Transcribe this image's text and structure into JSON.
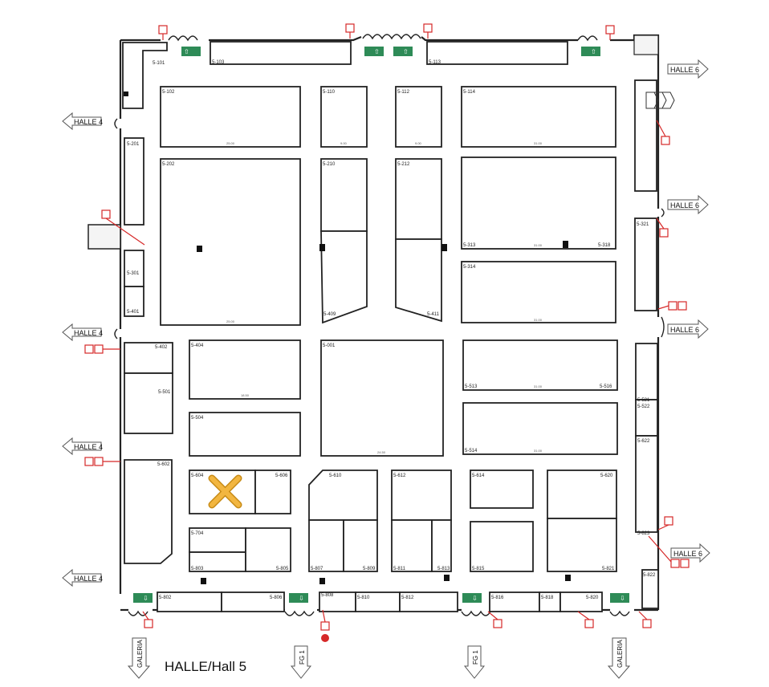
{
  "title": "HALLE/Hall 5",
  "colors": {
    "wall": "#222222",
    "exit_sign": "#2e8b57",
    "fire_equipment": "#d62828",
    "marker": "#f2b640"
  },
  "hall_arrows": [
    {
      "id": "halle4-top",
      "label": "HALLE 4",
      "dir": "left"
    },
    {
      "id": "halle4-mid1",
      "label": "HALLE 4",
      "dir": "left"
    },
    {
      "id": "halle4-mid2",
      "label": "HALLE 4",
      "dir": "left"
    },
    {
      "id": "halle4-bottom",
      "label": "HALLE 4",
      "dir": "left"
    },
    {
      "id": "halle6-top",
      "label": "HALLE 6",
      "dir": "right"
    },
    {
      "id": "halle6-mid1",
      "label": "HALLE 6",
      "dir": "right"
    },
    {
      "id": "halle6-mid2",
      "label": "HALLE 6",
      "dir": "right"
    },
    {
      "id": "halle6-bottom",
      "label": "HALLE 6",
      "dir": "right"
    }
  ],
  "bottom_arrows": [
    {
      "id": "galeria-left",
      "label": "GALERIA"
    },
    {
      "id": "fg1-left",
      "label": "FG 1"
    },
    {
      "id": "fg1-right",
      "label": "FG 1"
    },
    {
      "id": "galeria-right",
      "label": "GALERIA"
    }
  ],
  "booths": [
    {
      "id": "5-101",
      "label": "5-101"
    },
    {
      "id": "5-103",
      "label": "5-103"
    },
    {
      "id": "5-113",
      "label": "5-113"
    },
    {
      "id": "5-102",
      "label": "5-102",
      "dim": "25.00"
    },
    {
      "id": "5-110",
      "label": "5-110",
      "dim": "9.00"
    },
    {
      "id": "5-112",
      "label": "5-112",
      "dim": "9.00"
    },
    {
      "id": "5-114",
      "label": "5-114",
      "dim": "31.00"
    },
    {
      "id": "5-201",
      "label": "5-201"
    },
    {
      "id": "5-202",
      "label": "5-202",
      "dim": "25.00"
    },
    {
      "id": "5-210",
      "label": "5-210"
    },
    {
      "id": "5-212",
      "label": "5-212"
    },
    {
      "id": "5-313",
      "label": "5-313",
      "dim": "31.00"
    },
    {
      "id": "5-318",
      "label": "5-318"
    },
    {
      "id": "5-314",
      "label": "5-314",
      "dim": "31.00"
    },
    {
      "id": "5-301",
      "label": "5-301"
    },
    {
      "id": "5-401",
      "label": "5-401"
    },
    {
      "id": "5-409",
      "label": "5-409"
    },
    {
      "id": "5-411",
      "label": "5-411"
    },
    {
      "id": "5-402",
      "label": "5-402"
    },
    {
      "id": "5-501",
      "label": "5-501"
    },
    {
      "id": "5-404",
      "label": "5-404",
      "dim": "18.50"
    },
    {
      "id": "5-504",
      "label": "5-504"
    },
    {
      "id": "5-001",
      "label": "5-001",
      "dim": "24.50"
    },
    {
      "id": "5-513",
      "label": "5-513",
      "dim": "31.00"
    },
    {
      "id": "5-516",
      "label": "5-516"
    },
    {
      "id": "5-514",
      "label": "5-514",
      "dim": "31.00"
    },
    {
      "id": "5-321",
      "label": "5-321"
    },
    {
      "id": "5-521",
      "label": "5-521"
    },
    {
      "id": "5-522",
      "label": "5-522"
    },
    {
      "id": "5-622",
      "label": "5-622"
    },
    {
      "id": "5-602",
      "label": "5-602"
    },
    {
      "id": "5-604",
      "label": "5-604"
    },
    {
      "id": "5-606",
      "label": "5-606"
    },
    {
      "id": "5-610",
      "label": "5-610"
    },
    {
      "id": "5-612",
      "label": "5-612"
    },
    {
      "id": "5-614",
      "label": "5-614"
    },
    {
      "id": "5-620",
      "label": "5-620"
    },
    {
      "id": "5-704",
      "label": "5-704"
    },
    {
      "id": "5-803",
      "label": "5-803"
    },
    {
      "id": "5-805",
      "label": "5-805"
    },
    {
      "id": "5-807",
      "label": "5-807"
    },
    {
      "id": "5-809",
      "label": "5-809"
    },
    {
      "id": "5-811",
      "label": "5-811"
    },
    {
      "id": "5-813",
      "label": "5-813"
    },
    {
      "id": "5-815",
      "label": "5-815"
    },
    {
      "id": "5-821",
      "label": "5-821"
    },
    {
      "id": "5-823",
      "label": "5-823"
    },
    {
      "id": "5-822",
      "label": "5-822"
    },
    {
      "id": "5-802",
      "label": "5-802"
    },
    {
      "id": "5-806",
      "label": "5-806"
    },
    {
      "id": "5-808",
      "label": "5-808"
    },
    {
      "id": "5-810",
      "label": "5-810"
    },
    {
      "id": "5-812",
      "label": "5-812"
    },
    {
      "id": "5-816",
      "label": "5-816"
    },
    {
      "id": "5-818",
      "label": "5-818"
    },
    {
      "id": "5-820",
      "label": "5-820"
    }
  ]
}
